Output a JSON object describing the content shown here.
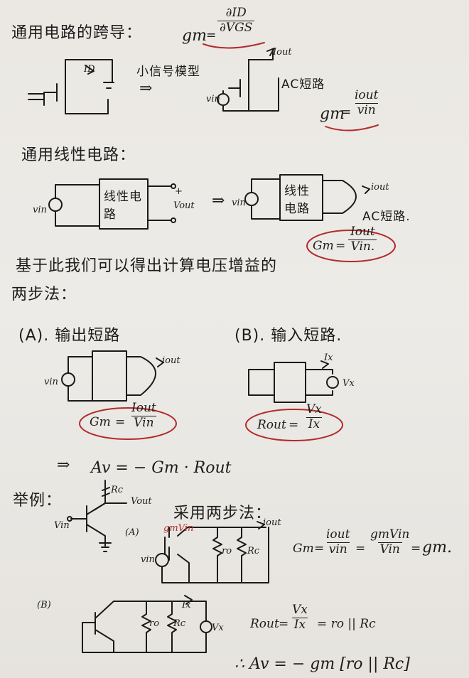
{
  "title": {
    "heading": "通用电路的跨导：",
    "gm": "gm",
    "eq": "=",
    "num": "∂ID",
    "den": "∂VGS"
  },
  "mosfet": {
    "id_label": "ID",
    "small_signal": "小信号模型",
    "arrow": "⇒",
    "vin": "vin",
    "iout": "Iout",
    "ac_short": "AC短路",
    "gm": "gm",
    "eq": "=",
    "num": "iout",
    "den": "vin"
  },
  "linear": {
    "heading": "通用线性电路：",
    "vin": "vin",
    "box": "线性电路",
    "plus": "+",
    "vout": "Vout",
    "arrow": "⇒",
    "vin2": "vin",
    "box2": "线性电路",
    "iout": "iout",
    "ac_short": "AC短路.",
    "Gm": "Gm",
    "eq": "=",
    "num": "Iout",
    "den": "Vin."
  },
  "text": {
    "line1": "基于此我们可以得出计算电压增益的",
    "line2": "两步法："
  },
  "step_a": {
    "heading": "(A). 输出短路",
    "vin": "vin",
    "iout": "iout",
    "Gm": "Gm",
    "eq": "=",
    "num": "Iout",
    "den": "Vin"
  },
  "step_b": {
    "heading": "(B). 输入短路.",
    "ix": "Ix",
    "vx": "Vx",
    "rout": "Rout",
    "eq": "=",
    "num": "Vx",
    "den": "Ix"
  },
  "result": {
    "arrow": "⇒",
    "formula": "Av = − Gm · Rout"
  },
  "example": {
    "heading": "举例：",
    "rc": "Rc",
    "vout": "Vout",
    "vin": "Vin",
    "method": "采用两步法：",
    "a_label": "(A)",
    "gmvin": "gmVin",
    "iout": "iout",
    "ro": "ro",
    "rc2": "Rc",
    "vin2": "vin",
    "Gm_lhs": "Gm",
    "num1": "iout",
    "den1": "vin",
    "num2": "gmVin",
    "den2": "Vin",
    "gm_end": "gm.",
    "b_label": "(B)",
    "ro_b": "ro",
    "rc_b": "Rc",
    "ix": "Ix",
    "vx": "Vx",
    "rout": "Rout",
    "num3": "Vx",
    "den3": "Ix",
    "rout_rhs": "= ro || Rc",
    "final": "∴ Av = − gm [ro || Rc]"
  }
}
